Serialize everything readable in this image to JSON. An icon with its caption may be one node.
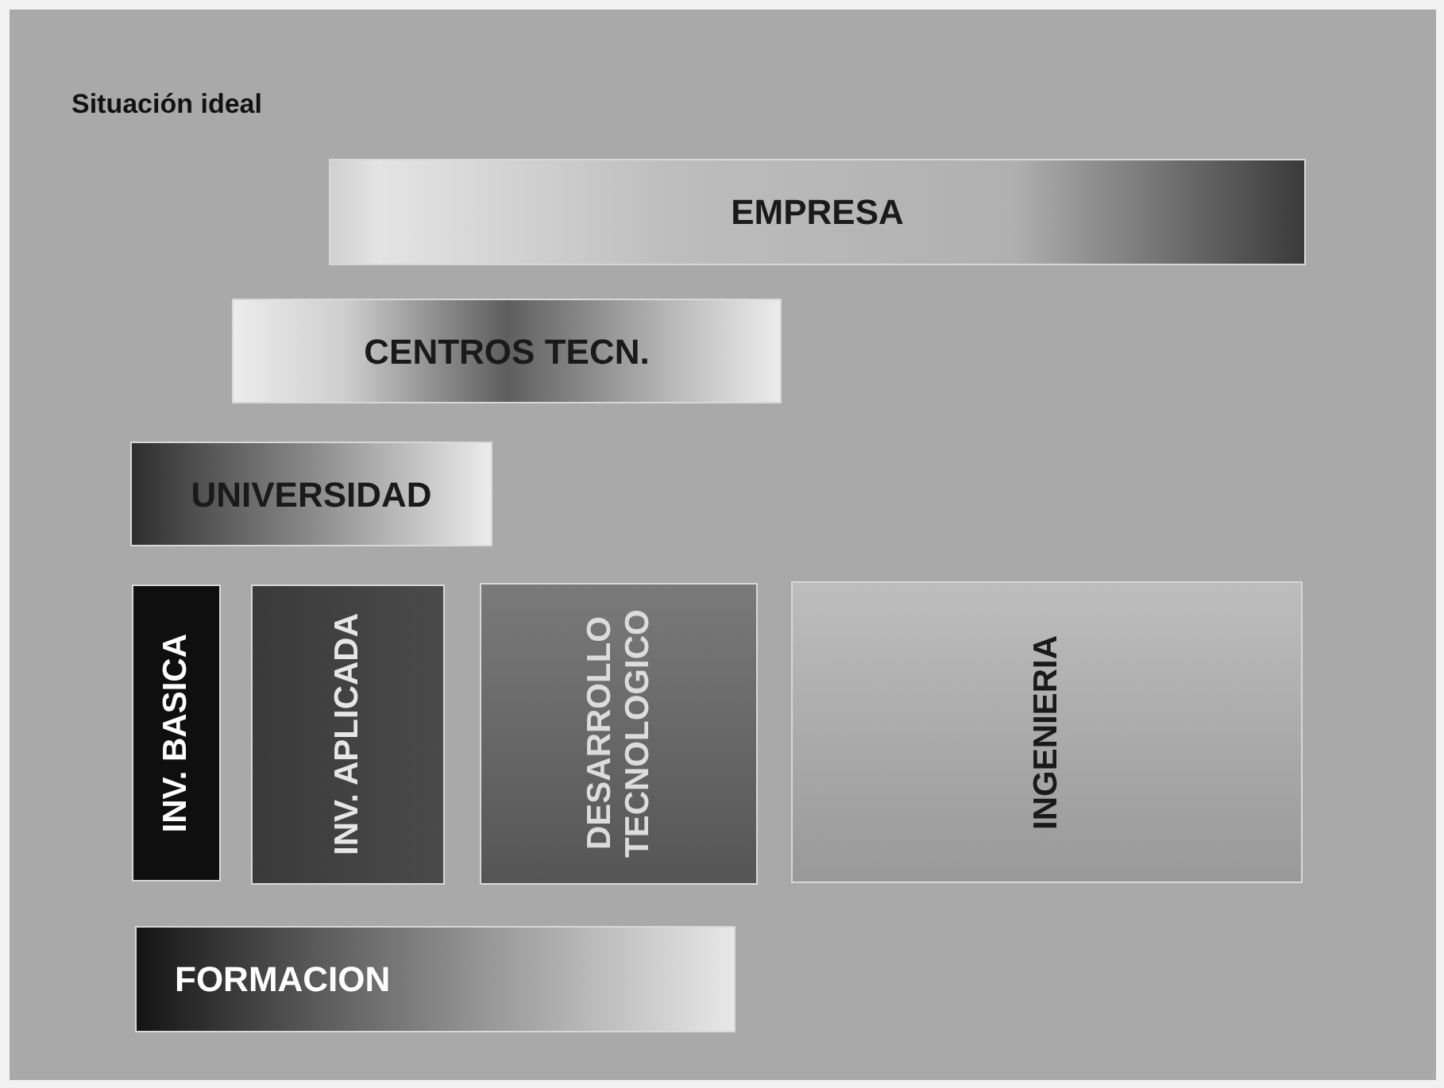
{
  "diagram": {
    "title": "Situación ideal",
    "nodes": [
      {
        "text": [
          "EMPRESA"
        ]
      },
      {
        "text": [
          "CENTROS TECN."
        ]
      },
      {
        "text": [
          "UNIVERSIDAD"
        ]
      },
      {
        "text": [
          "INV. BASICA"
        ]
      },
      {
        "text": [
          "INV. APLICADA"
        ]
      },
      {
        "text": [
          "DESARROLLO TECNOLOGICO"
        ]
      },
      {
        "text": [
          "INGENIERIA"
        ]
      },
      {
        "text": [
          "FORMACION"
        ]
      }
    ]
  }
}
